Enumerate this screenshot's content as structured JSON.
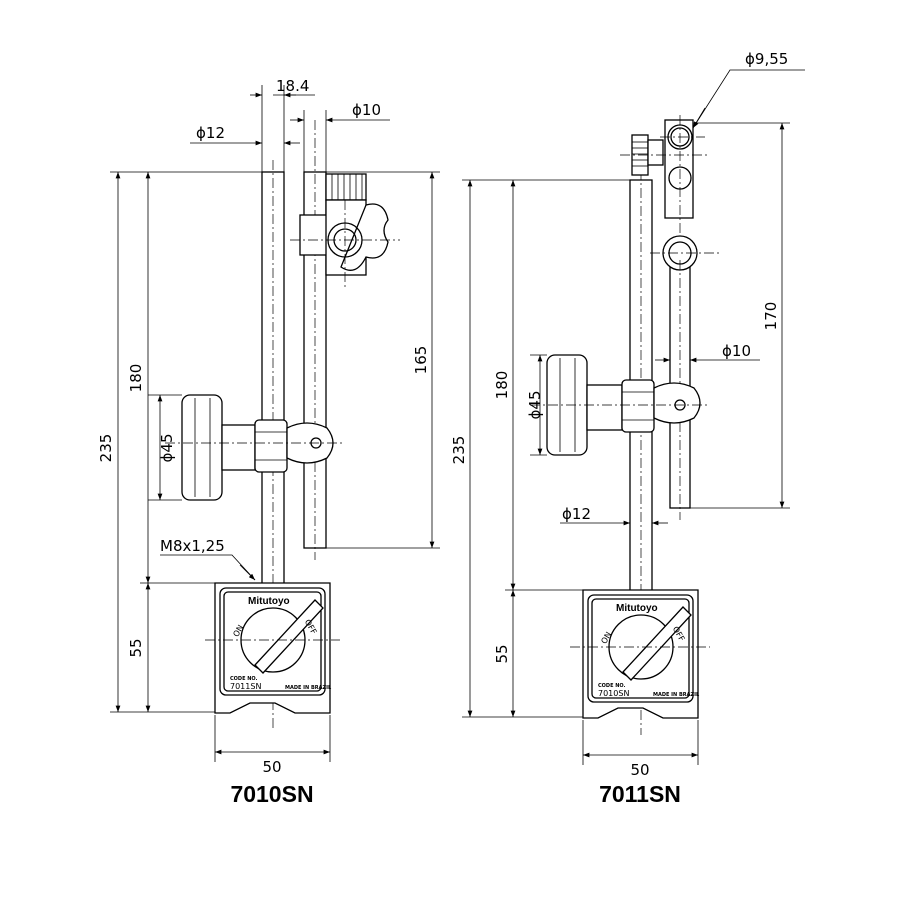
{
  "models": [
    {
      "name": "7010SN",
      "dims": {
        "d235": "235",
        "d180": "180",
        "d55": "55",
        "d165": "165",
        "d50": "50",
        "d18_4": "18.4",
        "dia12": "ϕ12",
        "dia10": "ϕ10",
        "dia45": "ϕ45",
        "thread": "M8x1,25"
      },
      "base": {
        "brand": "Mitutoyo",
        "on": "ON",
        "off": "OFF",
        "code_label": "CODE NO.",
        "code": "7011SN",
        "made_in": "MADE IN BRAZIL"
      }
    },
    {
      "name": "7011SN",
      "dims": {
        "d235": "235",
        "d180": "180",
        "d55": "55",
        "d170": "170",
        "d50": "50",
        "dia12": "ϕ12",
        "dia10": "ϕ10",
        "dia45": "ϕ45",
        "dia9_55": "ϕ9,55"
      },
      "base": {
        "brand": "Mitutoyo",
        "on": "ON",
        "off": "OFF",
        "code_label": "CODE NO.",
        "code": "7010SN",
        "made_in": "MADE IN BRAZIL"
      }
    }
  ]
}
